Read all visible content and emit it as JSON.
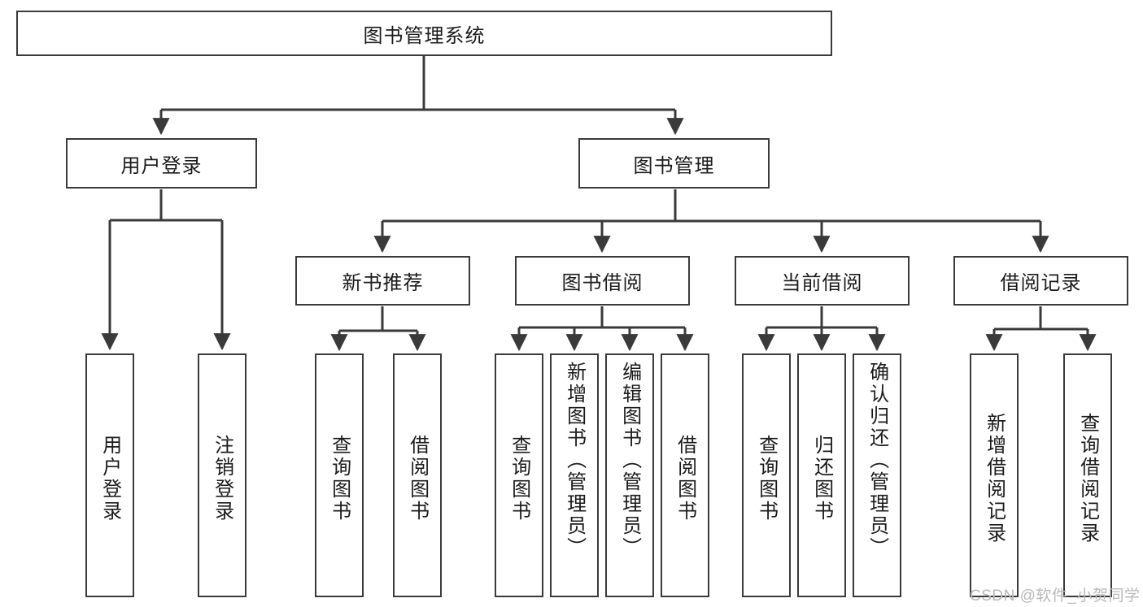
{
  "diagram": {
    "title_node": {
      "label": "图书管理系统"
    },
    "level1": [
      {
        "id": "user-login",
        "label": "用户登录"
      },
      {
        "id": "book-management",
        "label": "图书管理"
      }
    ],
    "level2": [
      {
        "id": "new-book-recommend",
        "label": "新书推荐"
      },
      {
        "id": "book-borrow",
        "label": "图书借阅"
      },
      {
        "id": "current-borrow",
        "label": "当前借阅"
      },
      {
        "id": "borrow-record",
        "label": "借阅记录"
      }
    ],
    "leaves": {
      "user_login": [
        {
          "id": "leaf-user-login",
          "label": "用户登录"
        },
        {
          "id": "leaf-user-logout",
          "label": "注销登录"
        }
      ],
      "new_book_recommend": [
        {
          "id": "leaf-query-book-1",
          "label": "查询图书"
        },
        {
          "id": "leaf-borrow-book-1",
          "label": "借阅图书"
        }
      ],
      "book_borrow": [
        {
          "id": "leaf-query-book-2",
          "label": "查询图书"
        },
        {
          "id": "leaf-add-book",
          "label": "新增图书（管理员）"
        },
        {
          "id": "leaf-edit-book",
          "label": "编辑图书（管理员）"
        },
        {
          "id": "leaf-borrow-book-2",
          "label": "借阅图书"
        }
      ],
      "current_borrow": [
        {
          "id": "leaf-query-book-3",
          "label": "查询图书"
        },
        {
          "id": "leaf-return-book",
          "label": "归还图书"
        },
        {
          "id": "leaf-confirm-return",
          "label": "确认归还（管理员）"
        }
      ],
      "borrow_record": [
        {
          "id": "leaf-add-record",
          "label": "新增借阅记录"
        },
        {
          "id": "leaf-query-record",
          "label": "查询借阅记录"
        }
      ]
    },
    "watermark": "CSDN @软件_小贺同学",
    "colors": {
      "stroke": "#3a3a3a",
      "fill": "#ffffff",
      "text": "#1b1b1b",
      "watermark": "#b9b9b9"
    }
  }
}
